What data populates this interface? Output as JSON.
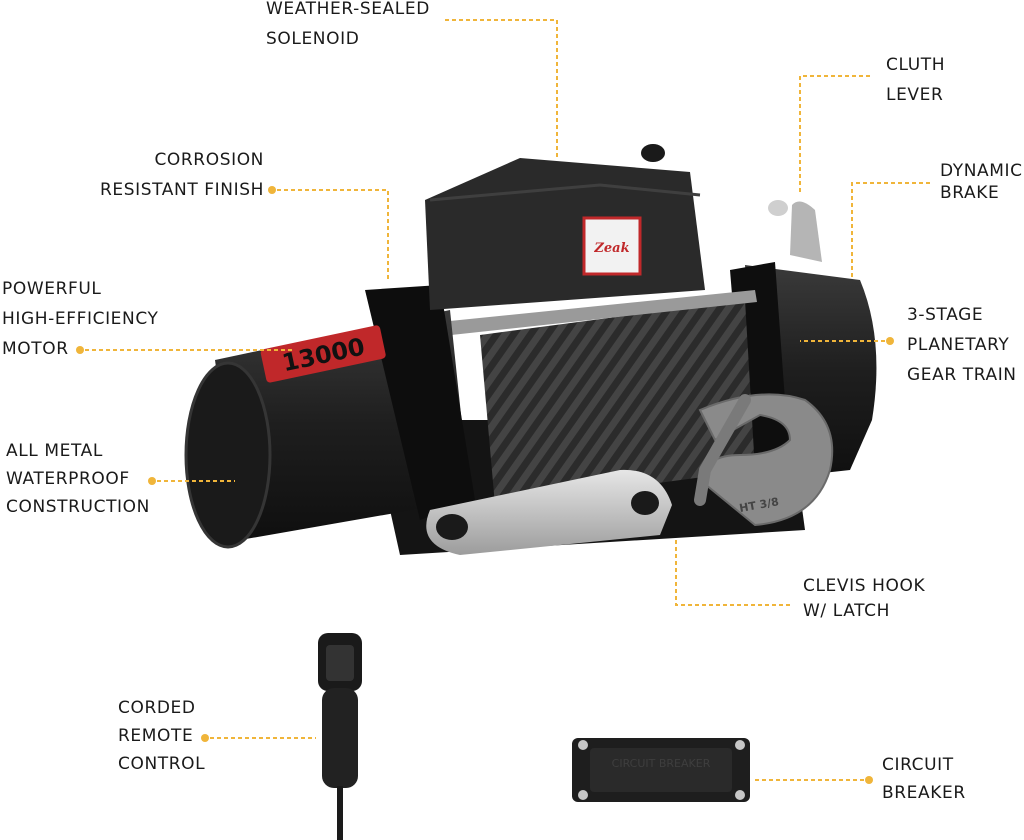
{
  "callouts": {
    "solenoid": [
      "WEATHER-SEALED",
      "SOLENOID"
    ],
    "clutch": [
      "CLUTH",
      "LEVER"
    ],
    "corrosion": [
      "CORROSION",
      "RESISTANT FINISH"
    ],
    "brake": [
      "DYNAMIC",
      "BRAKE"
    ],
    "motor": [
      "POWERFUL",
      "HIGH-EFFICIENCY",
      "MOTOR"
    ],
    "gear": [
      "3-STAGE",
      "PLANETARY",
      "GEAR TRAIN"
    ],
    "construction": [
      "ALL METAL",
      "WATERPROOF",
      "CONSTRUCTION"
    ],
    "hook": [
      "CLEVIS HOOK",
      "W/ LATCH"
    ],
    "remote": [
      "CORDED",
      "REMOTE",
      "CONTROL"
    ],
    "breaker": [
      "CIRCUIT",
      "BREAKER"
    ]
  },
  "product": {
    "rating_text": "13000",
    "brand_badge": "Zeak",
    "hook_text": "HT 3/8",
    "breaker_text": "CIRCUIT BREAKER"
  },
  "colors": {
    "leader": "#f0b53a",
    "body": "#1c1c1c",
    "accent_red": "#c0282a",
    "aluminum": "#c8c8c8"
  }
}
